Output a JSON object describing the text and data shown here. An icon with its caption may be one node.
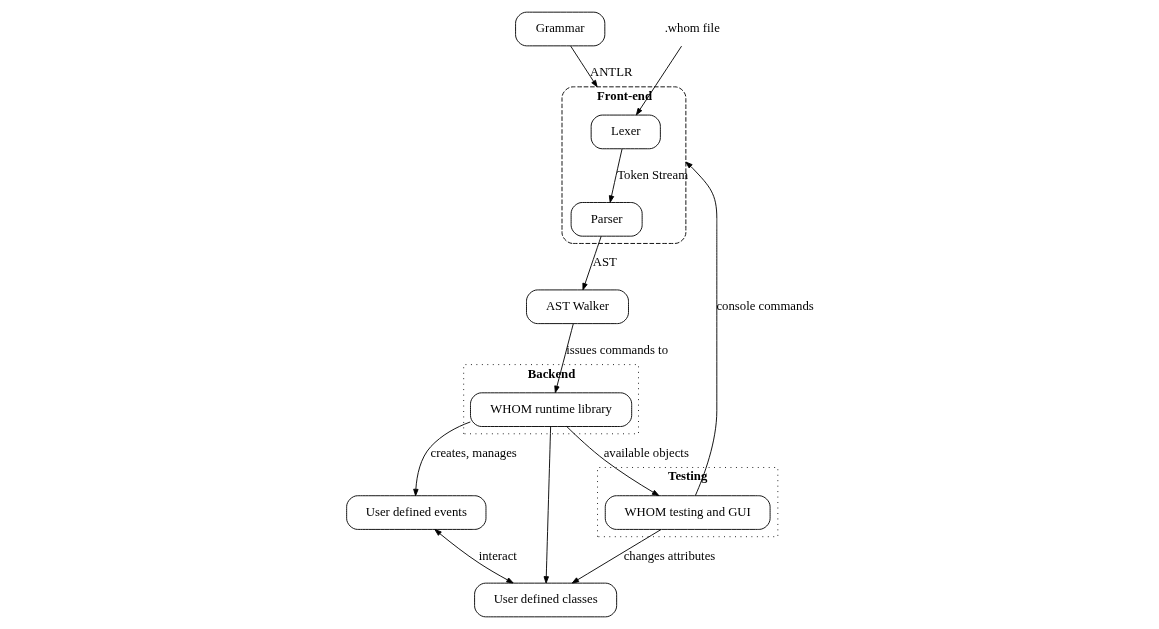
{
  "diagram": {
    "nodes": [
      {
        "text": [
          "Grammar"
        ]
      },
      {
        "text": [
          "Front-end"
        ]
      },
      {
        "text": [
          "Lexer"
        ],
        "in": 1
      },
      {
        "text": [
          "Parser"
        ],
        "in": 1
      },
      {
        "text": [
          "AST Walker"
        ]
      },
      {
        "text": [
          "Backend"
        ]
      },
      {
        "text": [
          "WHOM runtime library"
        ],
        "in": 5
      },
      {
        "text": [
          "User defined events"
        ]
      },
      {
        "text": [
          "User defined classes"
        ]
      },
      {
        "text": [
          "Testing"
        ]
      },
      {
        "text": [
          "WHOM testing and GUI"
        ],
        "in": 9
      },
      {
        "text": [
          ".whom file"
        ]
      }
    ],
    "edges": [
      {
        "from": 0,
        "to": 1,
        "arrow": "to",
        "label": "ANTLR"
      },
      {
        "from": 11,
        "to": 2,
        "arrow": "to"
      },
      {
        "from": 2,
        "to": 3,
        "arrow": "to",
        "label": "Token Stream"
      },
      {
        "from": 3,
        "to": 4,
        "arrow": "to",
        "label": "AST"
      },
      {
        "from": 4,
        "to": 6,
        "arrow": "to",
        "label": "issues commands to"
      },
      {
        "from": 6,
        "to": 7,
        "arrow": "to",
        "label": "creates, manages"
      },
      {
        "from": 6,
        "to": 8,
        "arrow": "to"
      },
      {
        "from": 6,
        "to": 10,
        "arrow": "to",
        "label": "available objects"
      },
      {
        "from": 7,
        "to": 8,
        "arrow": "both",
        "label": "interact"
      },
      {
        "from": 10,
        "to": 8,
        "arrow": "to",
        "label": "changes attributes"
      },
      {
        "from": 10,
        "to": 1,
        "arrow": "to",
        "label": "console commands"
      }
    ]
  }
}
